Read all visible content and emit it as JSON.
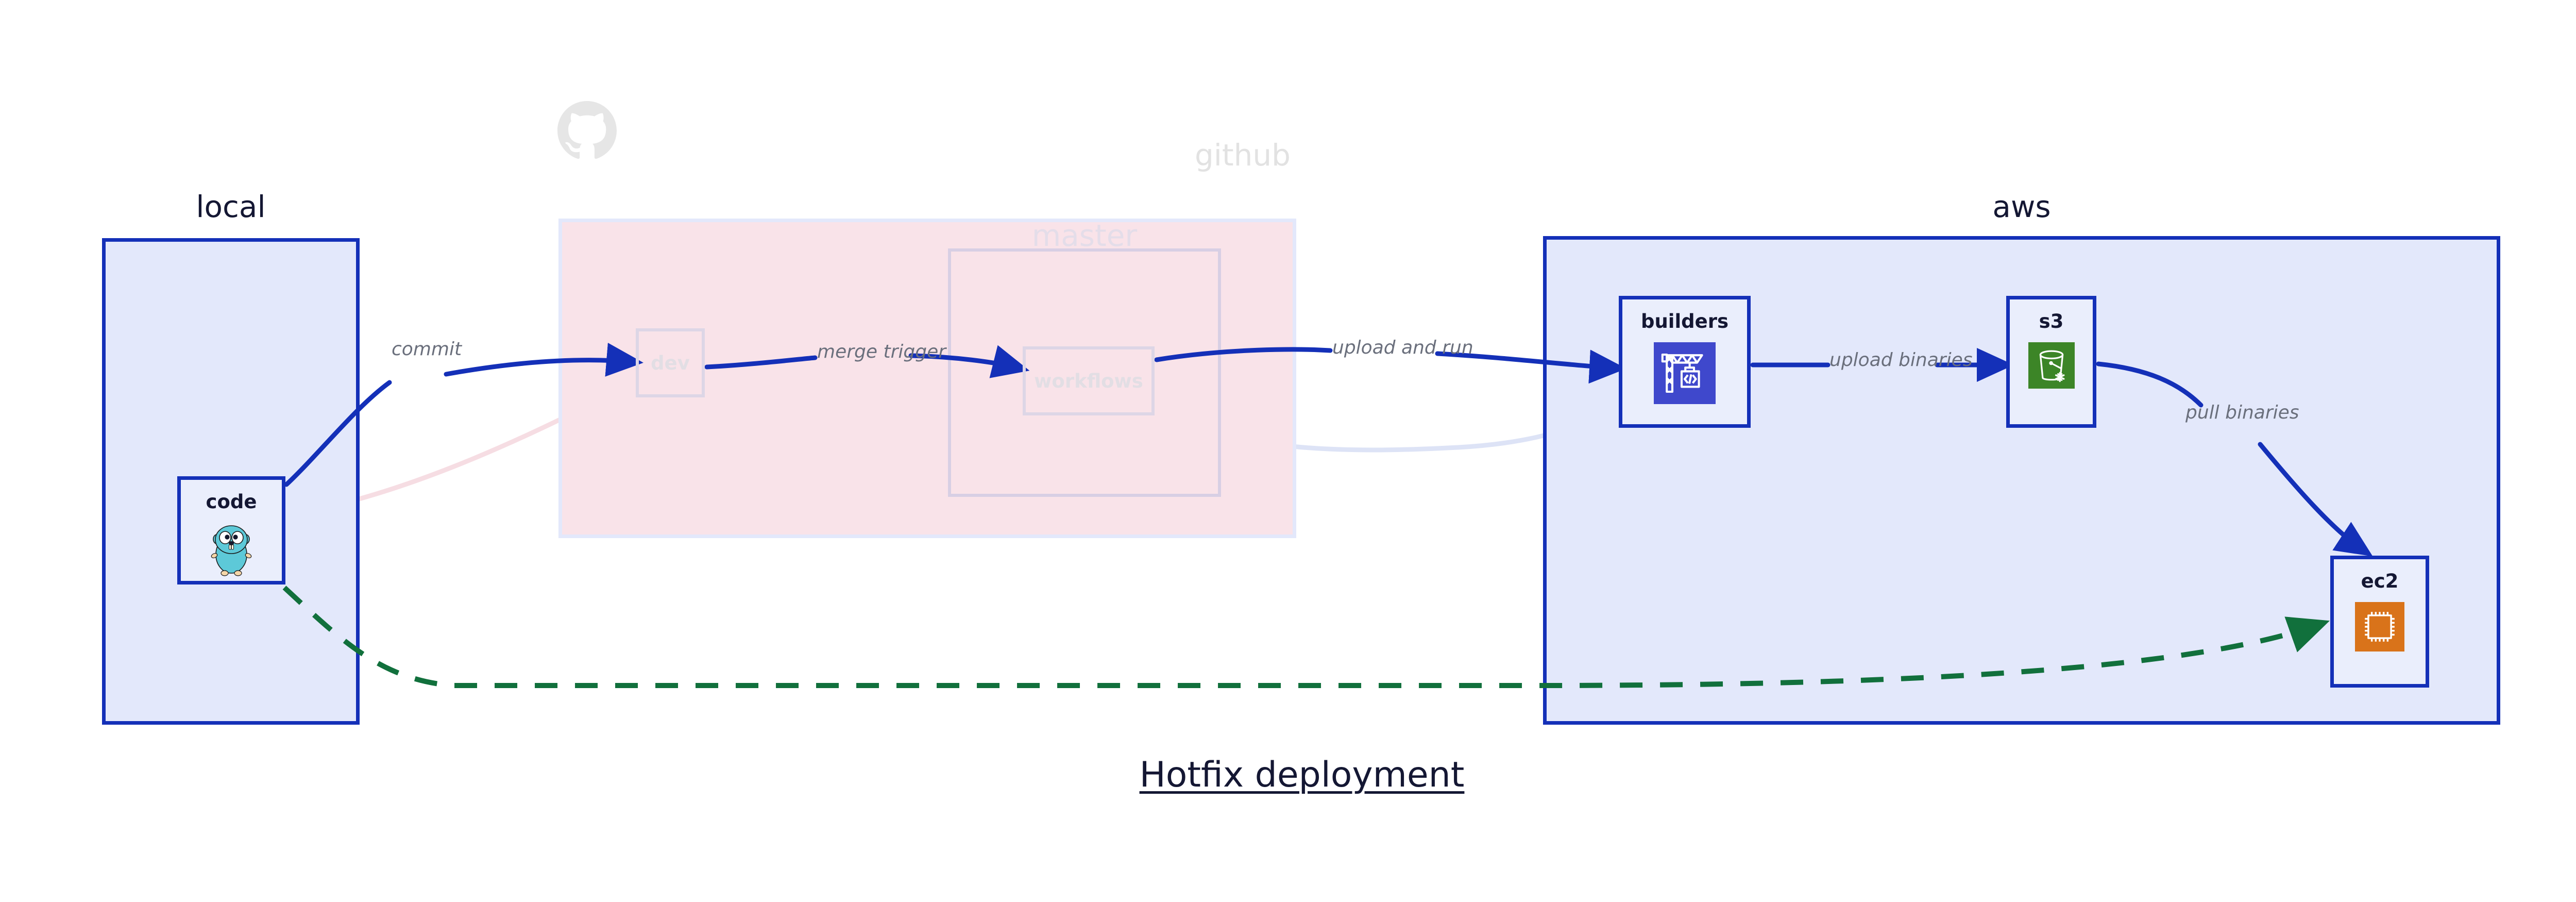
{
  "diagram": {
    "caption": "Hotfix deployment",
    "groups": [
      {
        "id": "local",
        "label": "local"
      },
      {
        "id": "github",
        "label": "github"
      },
      {
        "id": "master",
        "label": "master"
      },
      {
        "id": "aws",
        "label": "aws"
      }
    ],
    "nodes": [
      {
        "id": "code",
        "label": "code",
        "icon": "go-gopher-icon",
        "group": "local"
      },
      {
        "id": "dev",
        "label": "dev",
        "icon": "none",
        "group": "github"
      },
      {
        "id": "workflows",
        "label": "workflows",
        "icon": "none",
        "group": "master"
      },
      {
        "id": "builders",
        "label": "builders",
        "icon": "aws-codebuild-crane-icon",
        "group": "aws"
      },
      {
        "id": "s3",
        "label": "s3",
        "icon": "aws-s3-glacier-bucket-icon",
        "group": "aws"
      },
      {
        "id": "ec2",
        "label": "ec2",
        "icon": "aws-ec2-cpu-icon",
        "group": "aws"
      }
    ],
    "edges": [
      {
        "id": "commit",
        "label": "commit",
        "from": "code",
        "to": "dev",
        "style": "solid",
        "color": "#1430b8"
      },
      {
        "id": "merge-trigger",
        "label": "merge trigger",
        "from": "dev",
        "to": "workflows",
        "style": "solid",
        "color": "#1430b8"
      },
      {
        "id": "upload-and-run",
        "label": "upload and run",
        "from": "workflows",
        "to": "builders",
        "style": "solid",
        "color": "#1430b8"
      },
      {
        "id": "upload-binaries",
        "label": "upload binaries",
        "from": "builders",
        "to": "s3",
        "style": "solid",
        "color": "#1430b8"
      },
      {
        "id": "pull-binaries",
        "label": "pull binaries",
        "from": "s3",
        "to": "ec2",
        "style": "solid",
        "color": "#1430b8"
      },
      {
        "id": "hotfix-direct",
        "label": "",
        "from": "code",
        "to": "ec2",
        "style": "dashed",
        "color": "#11703c"
      }
    ],
    "colors": {
      "node_border": "#1430b8",
      "node_fill": "#eaeefc",
      "group_local_fill": "#e3e8fb",
      "group_github_fill": "#f9e3e9",
      "group_aws_fill": "#e3e8fb",
      "edge_blue": "#1430b8",
      "edge_green": "#11703c",
      "label_gray": "#6a6f7c",
      "faded_text": "#e2e2e2",
      "aws_codebuild_blue": "#3f48cc",
      "aws_s3_green": "#3c8527",
      "aws_ec2_orange": "#d9731a",
      "gopher_cyan": "#5dc9d8"
    }
  }
}
